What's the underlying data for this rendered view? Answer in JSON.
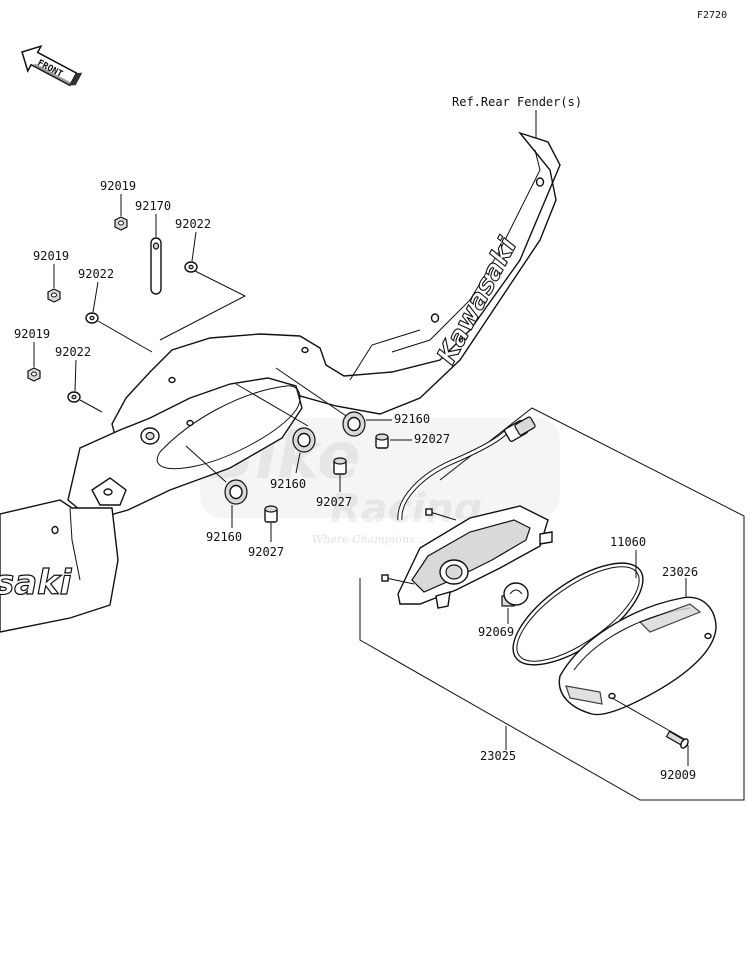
{
  "figure_code": "F2720",
  "front_badge": "FRONT",
  "reference_note": "Ref.Rear Fender(s)",
  "fender_brand": "Kawasaki",
  "fender_brand_cut": "saki",
  "watermark": {
    "line1": "Bike",
    "line2": "Racing",
    "tagline": "Where Champions ..."
  },
  "parts": {
    "nut_a": "92019",
    "nut_b": "92019",
    "nut_c": "92019",
    "strap": "92170",
    "washer_a": "92022",
    "washer_b": "92022",
    "washer_c": "92022",
    "grommet_a": "92160",
    "grommet_b": "92160",
    "grommet_c": "92160",
    "collar_a": "92027",
    "collar_b": "92027",
    "collar_c": "92027",
    "gasket": "11060",
    "lens": "23026",
    "bulb": "92069",
    "lamp_assy": "23025",
    "screw": "92009"
  }
}
